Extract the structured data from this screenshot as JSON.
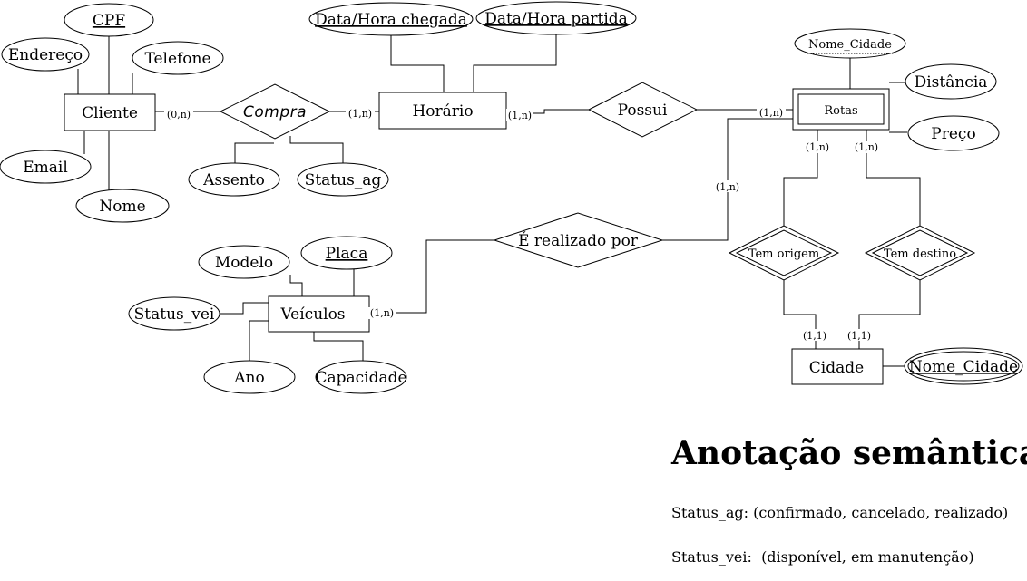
{
  "entities": {
    "cliente": "Cliente",
    "horario": "Horário",
    "rotas": "Rotas",
    "veiculos": "Veículos",
    "cidade": "Cidade"
  },
  "relationships": {
    "compra": "Compra",
    "possui": "Possui",
    "realizado": "É realizado por",
    "tem_origem": "Tem origem",
    "tem_destino": "Tem destino"
  },
  "attributes": {
    "cpf": "CPF",
    "endereco": "Endereço",
    "telefone": "Telefone",
    "email": "Email",
    "nome": "Nome",
    "assento": "Assento",
    "status_ag": "Status_ag",
    "data_chegada": "Data/Hora chegada",
    "data_partida": "Data/Hora partida",
    "nome_cidade_rotas": "Nome_Cidade",
    "distancia": "Distância",
    "preco": "Preço",
    "modelo": "Modelo",
    "placa": "Placa",
    "status_vei": "Status_vei",
    "ano": "Ano",
    "capacidade": "Capacidade",
    "nome_cidade": "Nome_Cidade"
  },
  "cardinalities": {
    "cliente_compra": "(0,n)",
    "compra_horario": "(1,n)",
    "horario_possui": "(1,n)",
    "possui_rotas": "(1,n)",
    "rotas_realizado": "(1,n)",
    "rotas_origem": "(1,n)",
    "rotas_destino": "(1,n)",
    "origem_cidade": "(1,1)",
    "destino_cidade": "(1,1)",
    "veiculos_realizado": "(1,n)"
  },
  "annotation": {
    "title": "Anotação semântica:",
    "line1": "Status_ag: (confirmado, cancelado, realizado)",
    "line2": "Status_vei:  (disponível, em manutenção)"
  }
}
